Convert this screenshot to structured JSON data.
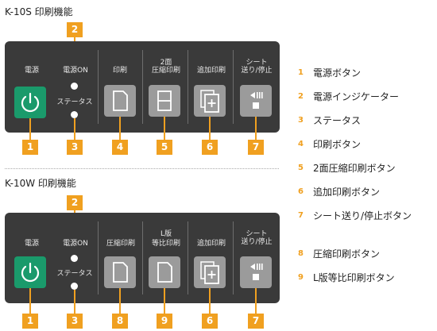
{
  "top": {
    "title": "K-10S 印刷機能",
    "labels": {
      "power": "電源",
      "power_on": "電源ON",
      "status": "ステータス",
      "print": "印刷",
      "twoface_line1": "2面",
      "twoface_line2": "圧縮印刷",
      "add_print": "追加印刷",
      "sheet_line1": "シート",
      "sheet_line2": "送り/停止"
    },
    "badges": [
      "2",
      "1",
      "3",
      "4",
      "5",
      "6",
      "7"
    ]
  },
  "bottom": {
    "title": "K-10W 印刷機能",
    "labels": {
      "power": "電源",
      "power_on": "電源ON",
      "status": "ステータス",
      "compress_print": "圧縮印刷",
      "l_line1": "L版",
      "l_line2": "等比印刷",
      "add_print": "追加印刷",
      "sheet_line1": "シート",
      "sheet_line2": "送り/停止"
    },
    "badges": [
      "2",
      "1",
      "3",
      "8",
      "9",
      "6",
      "7"
    ]
  },
  "legend": [
    {
      "num": "1",
      "text": "電源ボタン"
    },
    {
      "num": "2",
      "text": "電源インジケーター"
    },
    {
      "num": "3",
      "text": "ステータス"
    },
    {
      "num": "4",
      "text": "印刷ボタン"
    },
    {
      "num": "5",
      "text": "2面圧縮印刷ボタン"
    },
    {
      "num": "6",
      "text": "追加印刷ボタン"
    },
    {
      "num": "7",
      "text": "シート送り/停止ボタン"
    },
    {
      "num": "8",
      "text": "圧縮印刷ボタン"
    },
    {
      "num": "9",
      "text": "L版等比印刷ボタン"
    }
  ],
  "colors": {
    "panel": "#3a3a3a",
    "button_gray": "#9b9b9b",
    "power_green": "#1a9a6b",
    "badge_orange": "#f0a020"
  },
  "icons": {
    "power": "power-icon",
    "document": "document-icon",
    "two_page": "two-page-icon",
    "add_copy": "add-copy-icon",
    "sheet_feed_stop": "sheet-feed-stop-icon"
  }
}
